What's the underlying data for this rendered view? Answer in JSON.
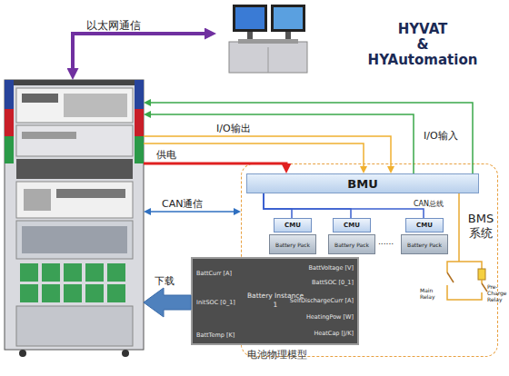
{
  "diagram": {
    "nodes": [
      {
        "text": []
      },
      {
        "text": [
          "HYVAT & HYAutomation"
        ]
      },
      {
        "text": [
          "BMS 系统"
        ]
      },
      {
        "text": [
          "BMU"
        ],
        "in": 2
      },
      {
        "text": [
          "CMU"
        ],
        "in": 2
      },
      {
        "text": [
          "CMU"
        ],
        "in": 2
      },
      {
        "text": [
          "CMU"
        ],
        "in": 2
      },
      {
        "text": [
          "Battery Pack"
        ],
        "in": 2
      },
      {
        "text": [
          "Battery Pack"
        ],
        "in": 2
      },
      {
        "text": [
          "Battery Pack"
        ],
        "in": 2
      },
      {
        "text": [
          "Battery Instance 1",
          "BattCurr [A]",
          "InitSOC [0_1]",
          "BattTemp [K]",
          "BattVoltage [V]",
          "BattSOC [0_1]",
          "SelfDischargeCurr [A]",
          "HeatingPow [W]",
          "HeatCap [J/K]",
          "电池物理模型"
        ]
      }
    ],
    "edges": [
      {
        "from": 0,
        "to": 1,
        "label": "以太网通信",
        "arrow": "both"
      },
      {
        "from": 3,
        "to": 0,
        "label": "I/O输入",
        "arrow": "to"
      },
      {
        "from": 3,
        "to": 0,
        "arrow": "to"
      },
      {
        "from": 0,
        "to": 3,
        "label": "I/O输出",
        "arrow": "to"
      },
      {
        "from": 0,
        "to": 3,
        "arrow": "to"
      },
      {
        "from": 0,
        "to": 3,
        "label": "供电",
        "arrow": "to"
      },
      {
        "from": 0,
        "to": 2,
        "label": "CAN通信",
        "arrow": "both"
      },
      {
        "from": 10,
        "to": 0,
        "label": "下载",
        "arrow": "to"
      },
      {
        "from": 3,
        "to": 4,
        "arrow": "none"
      },
      {
        "from": 3,
        "to": 5,
        "arrow": "none"
      },
      {
        "from": 3,
        "to": 6,
        "arrow": "none"
      }
    ],
    "labels": [
      "CAN总线",
      "......",
      "Main Relay",
      "Pre-Charge Relay"
    ]
  }
}
